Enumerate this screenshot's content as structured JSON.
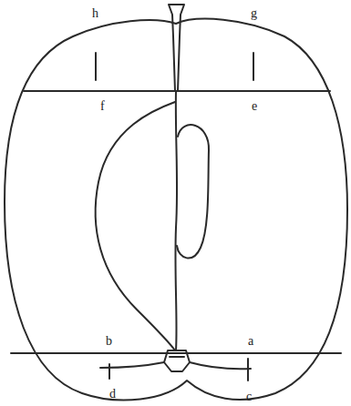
{
  "diagram": {
    "labels": [
      "h",
      "g",
      "f",
      "e",
      "b",
      "a",
      "d",
      "c"
    ]
  }
}
